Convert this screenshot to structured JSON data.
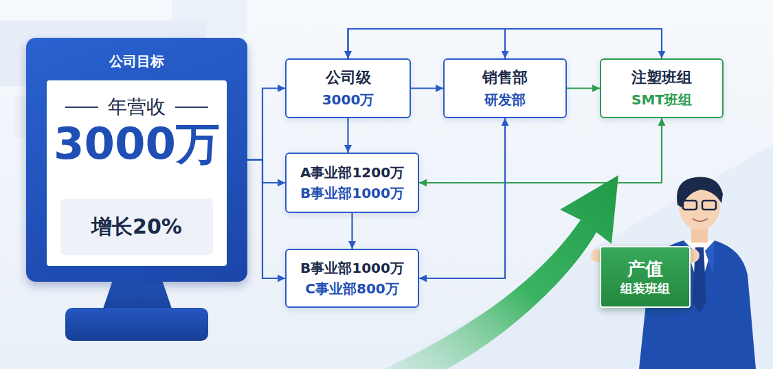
{
  "diagram": {
    "nodes": [
      {
        "text": [
          "公司目标"
        ]
      },
      {
        "text": [
          "年营收",
          "3000万"
        ],
        "in": 0
      },
      {
        "text": [
          "增长20%"
        ],
        "in": 1
      },
      {
        "text": [
          "公司级",
          "3000万"
        ]
      },
      {
        "text": [
          "销售部",
          "研发部"
        ]
      },
      {
        "text": [
          "注塑班组",
          "SMT班组"
        ]
      },
      {
        "text": [
          "A事业部1200万",
          "B事业部1000万"
        ]
      },
      {
        "text": [
          "B事业部1000万",
          "C事业部800万"
        ]
      },
      {
        "text": [
          "产值",
          "组装班组"
        ]
      }
    ],
    "edges": [
      {
        "from": 0,
        "to": 3,
        "arrow": "to"
      },
      {
        "from": 0,
        "to": 6,
        "arrow": "to"
      },
      {
        "from": 0,
        "to": 7,
        "arrow": "to"
      },
      {
        "from": 3,
        "to": 4,
        "arrow": "both"
      },
      {
        "from": 3,
        "to": 5,
        "arrow": "both"
      },
      {
        "from": 3,
        "to": 4,
        "arrow": "to"
      },
      {
        "from": 4,
        "to": 5,
        "arrow": "to"
      },
      {
        "from": 3,
        "to": 6,
        "arrow": "to"
      },
      {
        "from": 6,
        "to": 7,
        "arrow": "to"
      },
      {
        "from": 6,
        "to": 5,
        "arrow": "both"
      },
      {
        "from": 7,
        "to": 4,
        "arrow": "both"
      }
    ]
  }
}
